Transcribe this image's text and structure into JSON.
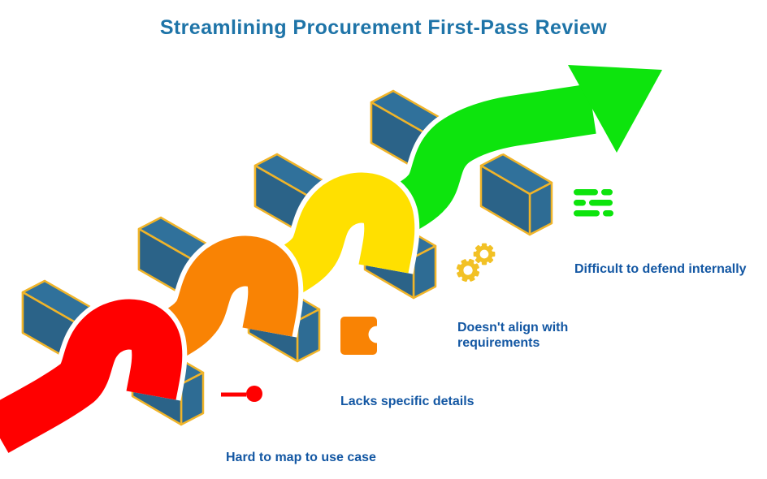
{
  "title": "Streamlining Procurement First-Pass Review",
  "steps": [
    {
      "id": 1,
      "label": "Hard to map to use case",
      "ribbon_color": "#FF0000",
      "icon": "pin-icon"
    },
    {
      "id": 2,
      "label": "Lacks specific details",
      "ribbon_color": "#F98304",
      "icon": "puzzle-piece-icon"
    },
    {
      "id": 3,
      "label": "Doesn't align with requirements",
      "ribbon_color": "#FFE000",
      "icon": "gears-icon"
    },
    {
      "id": 4,
      "label": "Difficult to defend internally",
      "ribbon_color": "#0DE40D",
      "icon": "list-lines-icon"
    }
  ],
  "colors": {
    "background": "#FFFFFF",
    "title_text": "#1E74A8",
    "label_text": "#1357A3",
    "bar_top": "#30719B",
    "bar_front": "#2B6388",
    "bar_cap": "#2E6C94",
    "bar_edge": "#F0B429",
    "ribbon_outline": "#FFFFFF",
    "gear": "#F2C125"
  }
}
